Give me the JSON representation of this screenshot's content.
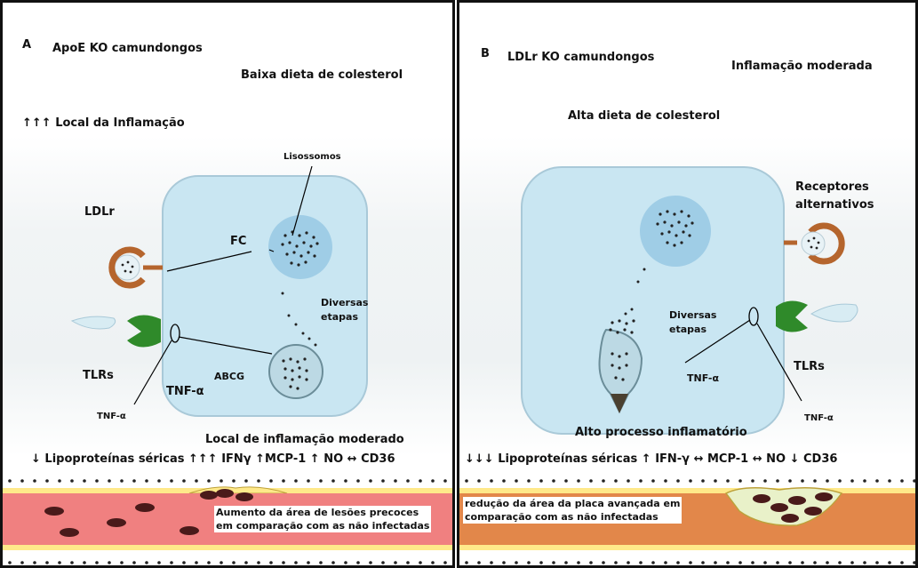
{
  "panel_a": {
    "letter": "A",
    "model": "ApoE KO camundongos",
    "diet": "Baixa dieta de colesterol",
    "inflammation_site": "↑↑↑ Local da Inflamação",
    "lysosomes": "Lisossomos",
    "receptor": "LDLr",
    "fc": "FC",
    "steps": "Diversas\netapas",
    "abcg": "ABCG",
    "tlrs": "TLRs",
    "tnf_big": "TNF-α",
    "tnf_small": "TNF-α",
    "outcome": "Local de inflamação moderado",
    "markers": "↓ Lipoproteínas séricas  ↑↑↑ IFNγ  ↑MCP-1  ↑ NO  ↔ CD36",
    "lesion": "Aumento da área de lesões precoces\nem comparação com as não infectadas"
  },
  "panel_b": {
    "letter": "B",
    "model": "LDLr KO camundongos",
    "inflammation": "Inflamação moderada",
    "diet": "Alta dieta de colesterol",
    "receptor": "Receptores\nalternativos",
    "steps": "Diversas\netapas",
    "tlrs": "TLRs",
    "tnf_inner": "TNF-α",
    "tnf_outer": "TNF-α",
    "outcome": "Alto processo inflamatório",
    "markers": "↓↓↓ Lipoproteínas séricas  ↑ IFN-γ ↔ MCP-1 ↔ NO  ↓ CD36",
    "lesion": "redução da área da placa avançada em\ncomparação com as não infectadas"
  },
  "colors": {
    "cell_fill": "#c9e6f2",
    "vesicle": "#9fcde6",
    "receptor_brown": "#b5652d",
    "tlr_green": "#2f8a2a",
    "vessel_red": "#f08080",
    "vessel_orange": "#e2874a",
    "vessel_yellow": "#ffe98a"
  }
}
